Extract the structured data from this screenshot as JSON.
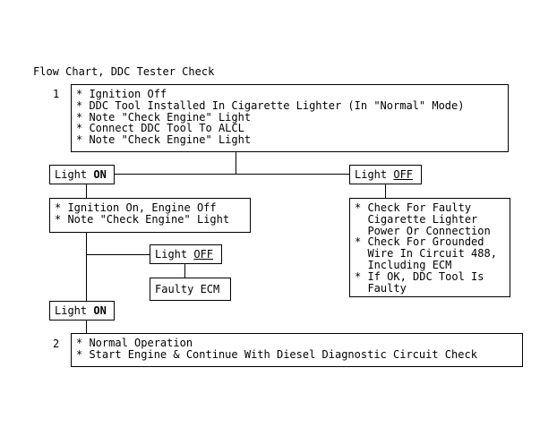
{
  "title": "Flow Chart, DDC Tester Check",
  "step1": {
    "number": "1",
    "lines": [
      "* Ignition Off",
      "* DDC Tool Installed In Cigarette Lighter (In \"Normal\" Mode)",
      "* Note \"Check Engine\" Light",
      "* Connect DDC Tool To ALCL",
      "* Note \"Check Engine\" Light"
    ]
  },
  "light_on_top": {
    "prefix": "Light ",
    "state": "ON"
  },
  "light_off_right": {
    "prefix": "Light ",
    "state": "OFF"
  },
  "ignition_box": {
    "lines": [
      "* Ignition On, Engine Off",
      "* Note \"Check Engine\" Light"
    ]
  },
  "check_box": {
    "lines": [
      "* Check For Faulty",
      "  Cigarette Lighter",
      "  Power Or Connection",
      "* Check For Grounded",
      "  Wire In Circuit 488,",
      "  Including ECM",
      "* If OK, DDC Tool Is",
      "  Faulty"
    ]
  },
  "light_off_mid": {
    "prefix": "Light ",
    "state": "OFF"
  },
  "faulty_ecm": "Faulty ECM",
  "light_on_bottom": {
    "prefix": "Light ",
    "state": "ON"
  },
  "step2": {
    "number": "2",
    "lines": [
      "* Normal Operation",
      "* Start Engine & Continue With Diesel Diagnostic Circuit Check"
    ]
  }
}
